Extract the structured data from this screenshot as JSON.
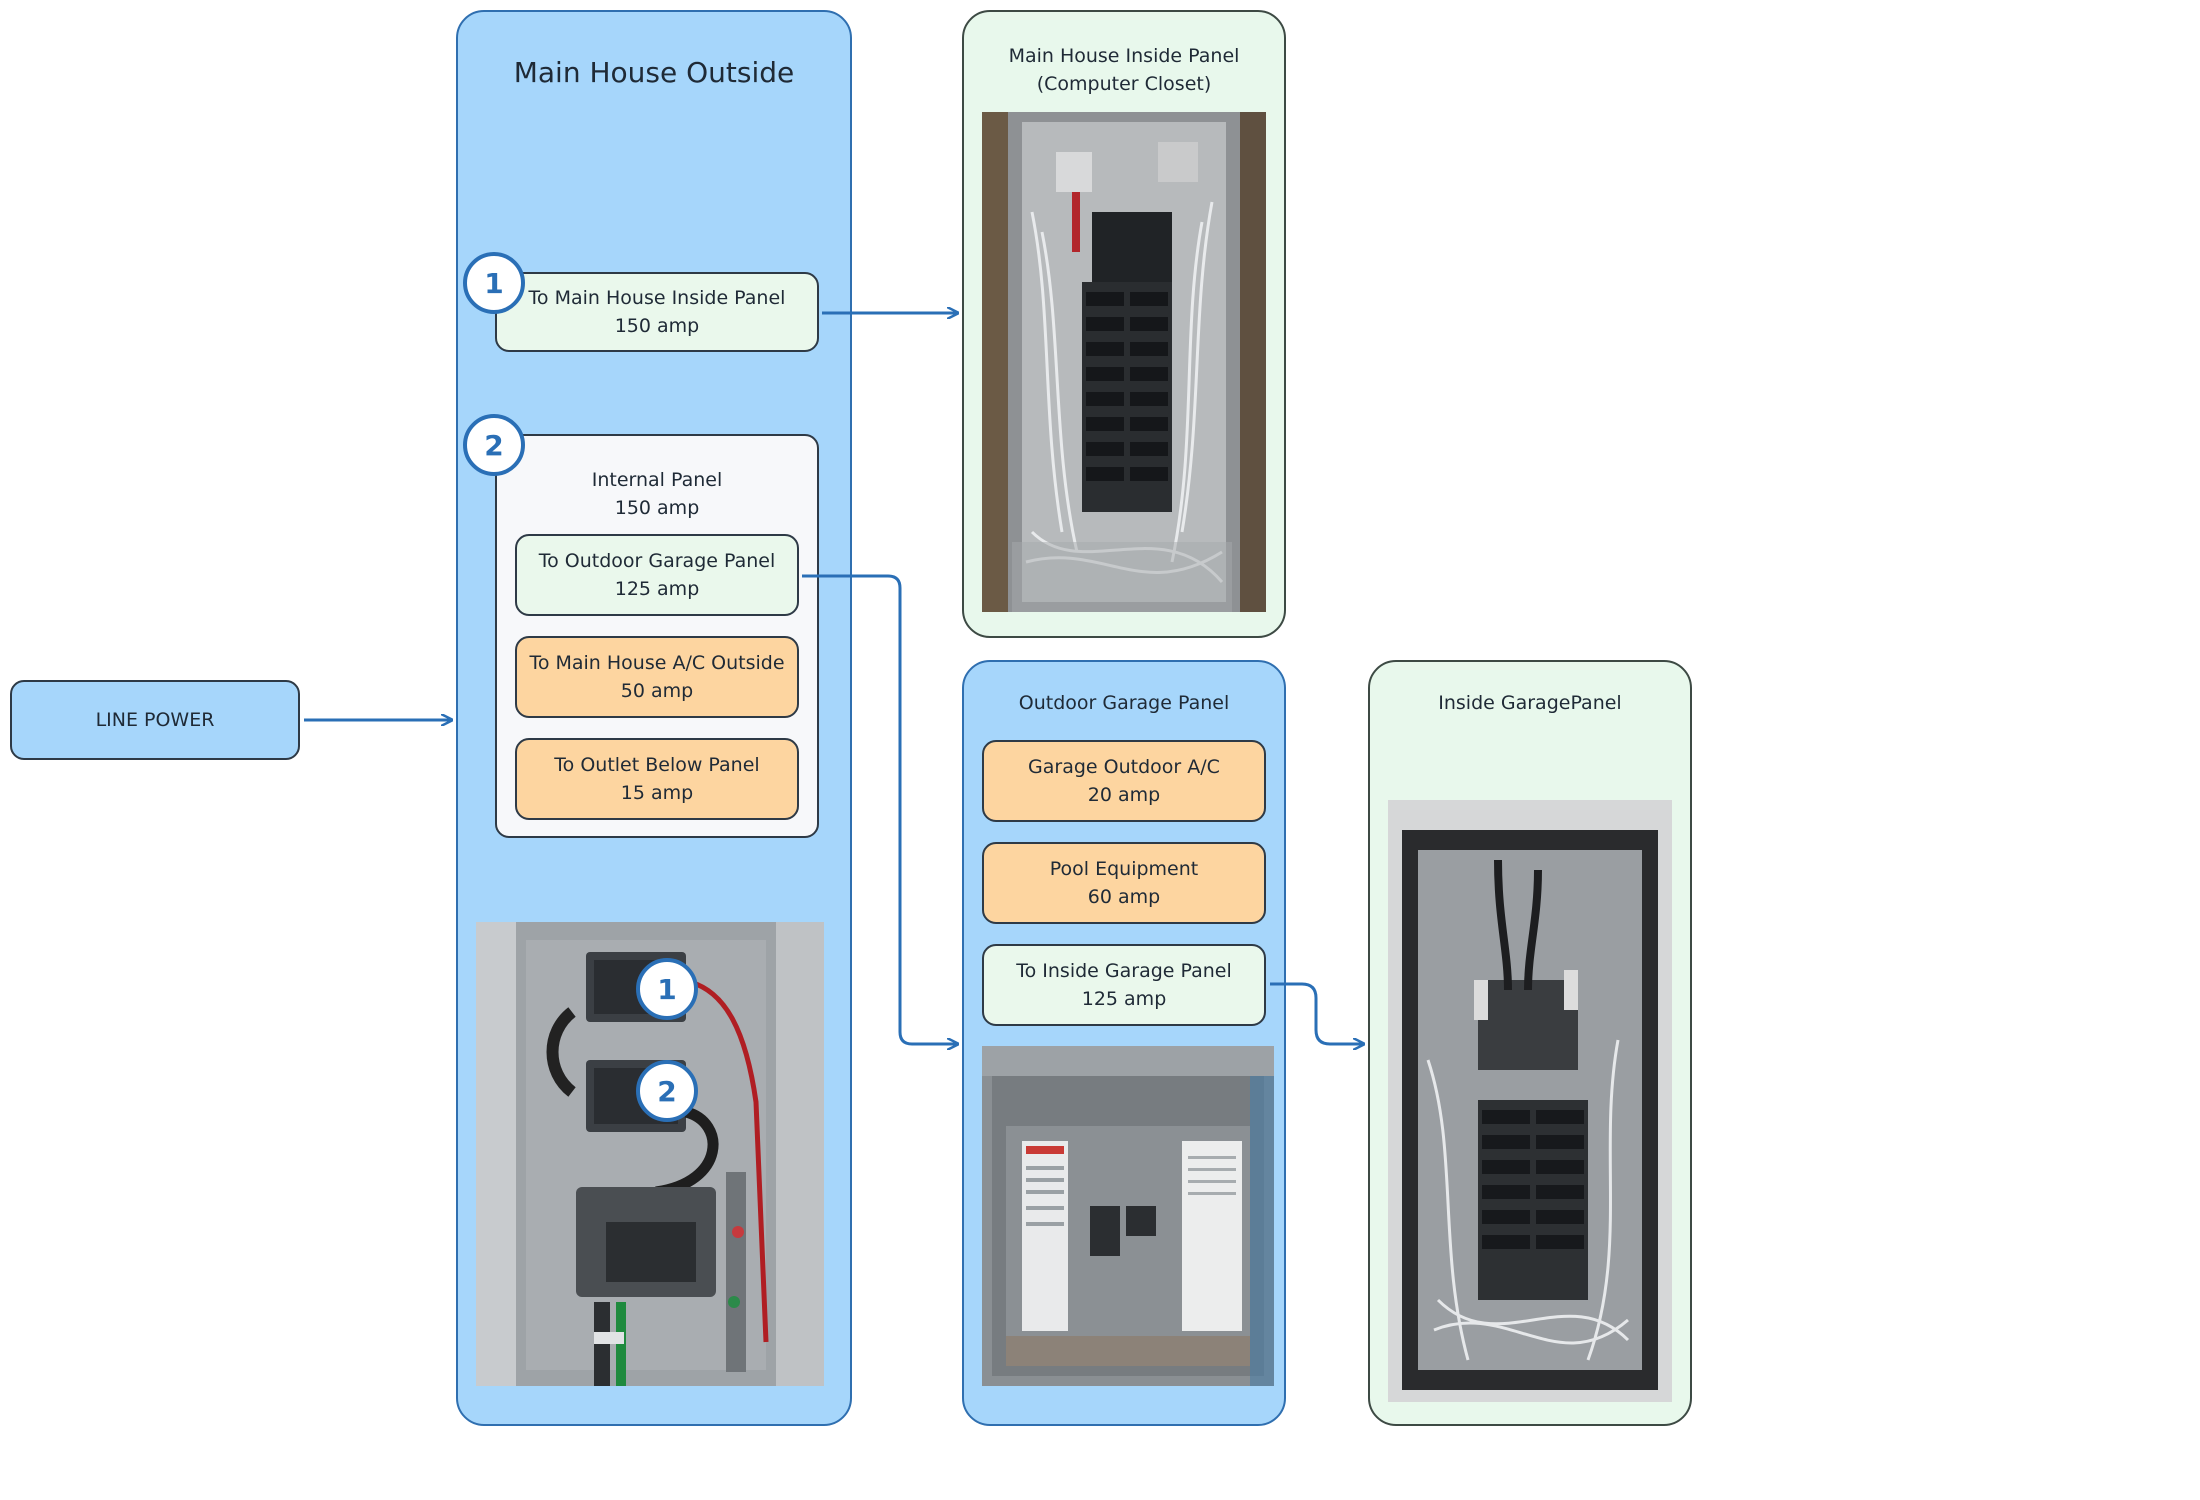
{
  "line_power": {
    "label": "LINE POWER"
  },
  "main_outside": {
    "title": "Main House Outside",
    "feed1": {
      "number": "1",
      "line1": "To Main House Inside Panel",
      "line2": "150 amp"
    },
    "internal": {
      "number": "2",
      "line1": "Internal Panel",
      "line2": "150 amp",
      "breakers": [
        {
          "line1": "To Outdoor Garage Panel",
          "line2": "125 amp"
        },
        {
          "line1": "To Main House A/C Outside",
          "line2": "50 amp"
        },
        {
          "line1": "To Outlet Below Panel",
          "line2": "15 amp"
        }
      ]
    },
    "photo_badges": [
      "1",
      "2"
    ]
  },
  "inside_panel": {
    "title_line1": "Main House Inside Panel",
    "title_line2": "(Computer Closet)"
  },
  "outdoor_garage": {
    "title": "Outdoor Garage Panel",
    "breakers": [
      {
        "line1": "Garage Outdoor A/C",
        "line2": "20 amp"
      },
      {
        "line1": "Pool Equipment",
        "line2": "60 amp"
      },
      {
        "line1": "To Inside Garage Panel",
        "line2": "125 amp"
      }
    ]
  },
  "inside_garage": {
    "title": "Inside GaragePanel"
  },
  "colors": {
    "blue_group": "#a6d6fb",
    "green_group": "#e8f8ec",
    "orange_node": "#fdd5a0",
    "connector": "#2a6fb6"
  }
}
